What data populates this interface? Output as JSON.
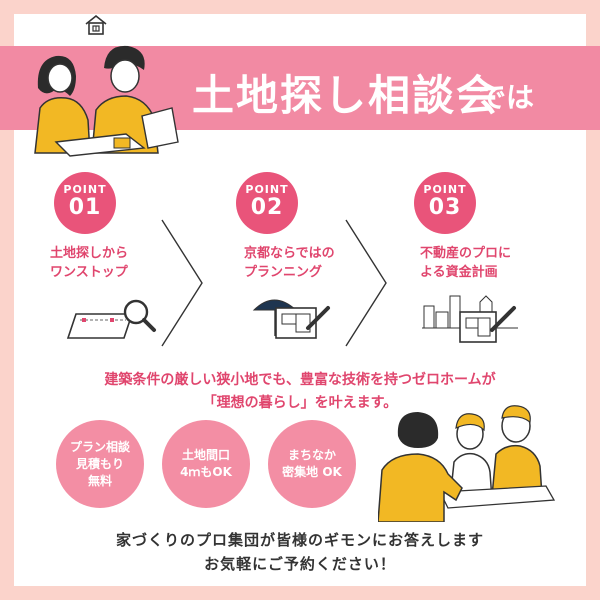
{
  "banner": {
    "title": "土地探し相談会",
    "suffix": "では"
  },
  "points": [
    {
      "label": "POINT",
      "number": "01",
      "line1": "土地探しから",
      "line2": "ワンストップ"
    },
    {
      "label": "POINT",
      "number": "02",
      "line1": "京都ならではの",
      "line2": "プランニング"
    },
    {
      "label": "POINT",
      "number": "03",
      "line1": "不動産のプロに",
      "line2": "よる資金計画"
    }
  ],
  "description": {
    "line1": "建築条件の厳しい狭小地でも、豊富な技術を持つゼロホームが",
    "line2": "「理想の暮らし」を叶えます。"
  },
  "features": [
    {
      "line1": "プラン相談",
      "line2": "見積もり",
      "line3": "無料"
    },
    {
      "line1": "土地間口",
      "line2": "4ｍもOK"
    },
    {
      "line1": "まちなか",
      "line2": "密集地 OK"
    }
  ],
  "footer": {
    "line1": "家づくりのプロ集団が皆様のギモンにお答えします",
    "line2": "お気軽にご予約ください！"
  },
  "colors": {
    "background": "#fbd3cb",
    "banner": "#f28aa3",
    "accent": "#e9547a",
    "text_pink": "#e0466e",
    "feature_circle": "#f38ea4",
    "illustration_yellow": "#f2b824"
  },
  "icons": [
    "house-icon",
    "magnifier-icon",
    "pencil-icon"
  ]
}
